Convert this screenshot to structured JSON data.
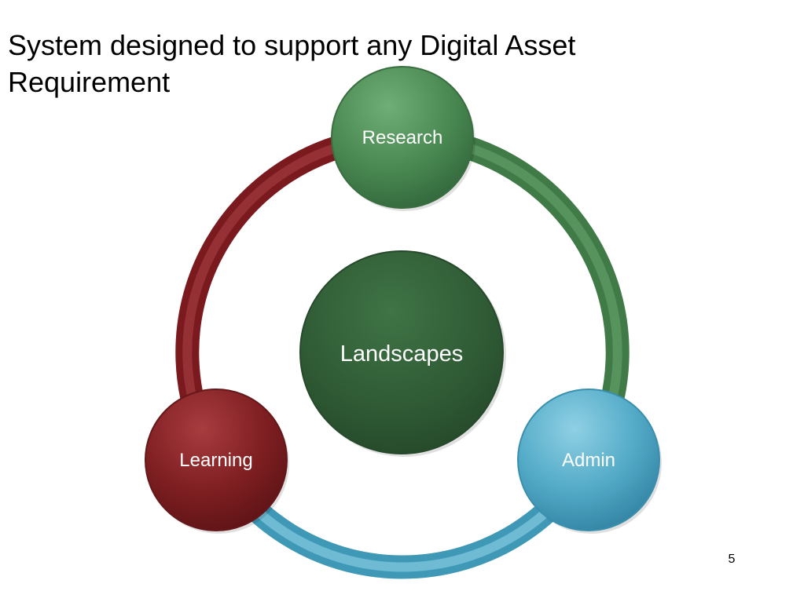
{
  "slide": {
    "title_lines": [
      "System designed to support any Digital Asset",
      "Requirement"
    ],
    "page_number": "5"
  },
  "diagram": {
    "center": {
      "label": "Landscapes",
      "color": "#2f5a34"
    },
    "nodes": [
      {
        "label": "Research",
        "color": "#4a8a52"
      },
      {
        "label": "Admin",
        "color": "#4ba6c4"
      },
      {
        "label": "Learning",
        "color": "#7f1f22"
      }
    ],
    "arcs": [
      {
        "from": "Research",
        "to": "Admin",
        "color": "#4c8c54"
      },
      {
        "from": "Admin",
        "to": "Learning",
        "color": "#5ab2cd"
      },
      {
        "from": "Learning",
        "to": "Research",
        "color": "#8c2226"
      }
    ]
  }
}
